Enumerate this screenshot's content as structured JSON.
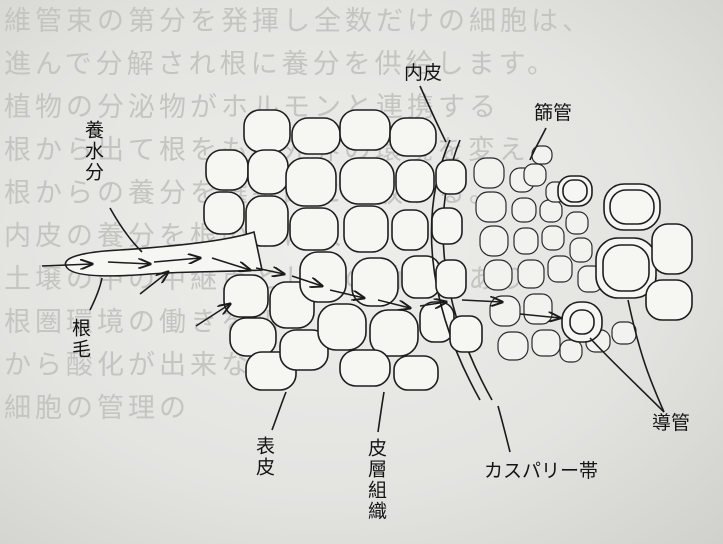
{
  "background_text": [
    "維管束の第分を発揮し全数だけの細胞は、",
    "進んで分解され根に養分を供給します。",
    "植物の分泌物がホルモンと連携する",
    "根から出て根をもつ外界の環境を変え",
    "根からの養分を選択的に吸収する。",
    "内皮の養分を根の中に入れ、",
    "土壌の中の中継点としての働きもあり",
    "根圏環境の働きを知り",
    "から酸化が出来ない",
    "細胞の管理の"
  ],
  "labels": {
    "nutrients": "養水分",
    "root_hair": "根毛",
    "epidermis": "表皮",
    "cortex": "皮層組織",
    "endodermis": "内皮",
    "phloem": "篩管",
    "xylem": "導管",
    "casparian": "カスパリー帯"
  }
}
